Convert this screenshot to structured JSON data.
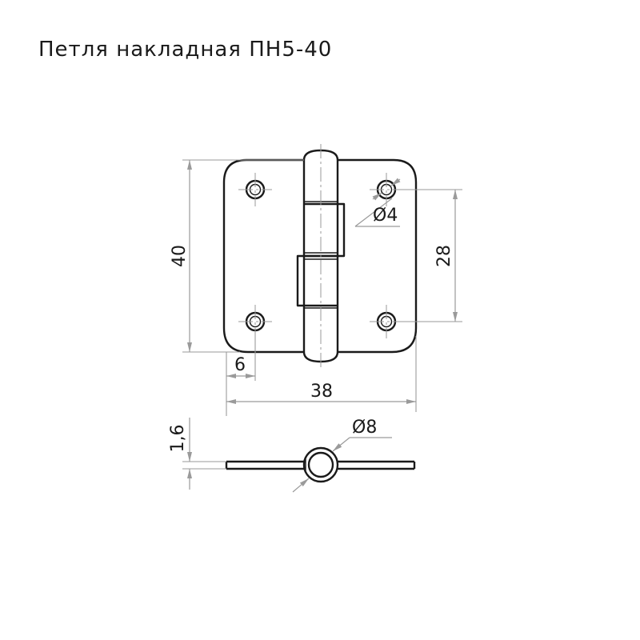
{
  "title": "Петля накладная ПН5-40",
  "dimensions": {
    "height": "40",
    "width": "38",
    "hole_offset": "6",
    "hole_spacing": "28",
    "hole_diameter": "Ø4",
    "knuckle_diameter": "Ø8",
    "thickness": "1,6"
  },
  "colors": {
    "outline": "#1a1a1a",
    "dimension_lines": "#9a9a9a",
    "background": "#ffffff"
  }
}
